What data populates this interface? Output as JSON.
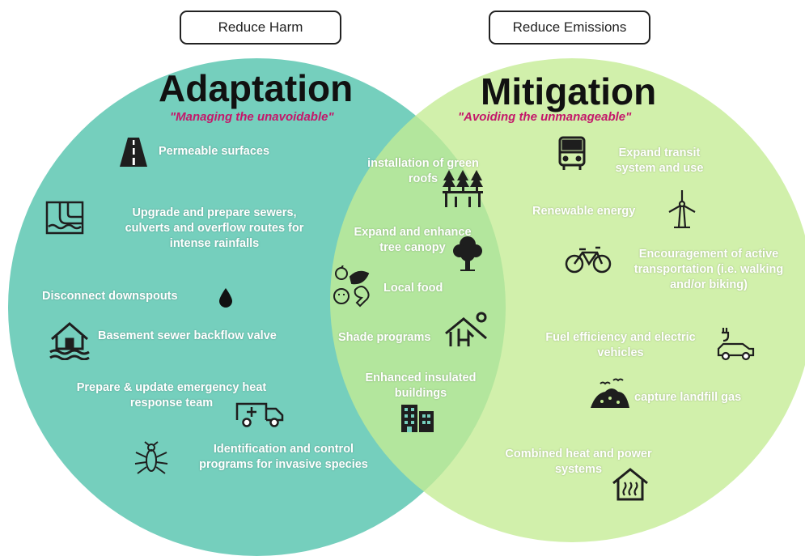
{
  "header": {
    "left_pill": "Reduce Harm",
    "right_pill": "Reduce Emissions"
  },
  "adaptation": {
    "title": "Adaptation",
    "subtitle": "\"Managing the unavoidable\"",
    "color": "#75cfbd",
    "items": [
      {
        "label": "Permeable surfaces",
        "icon": "road-icon"
      },
      {
        "label": "Upgrade and prepare sewers,\nculverts and overflow routes for\nintense rainfalls",
        "icon": "sewer-pipe-icon"
      },
      {
        "label": "Disconnect downspouts",
        "icon": "water-drop-icon"
      },
      {
        "label": "Basement sewer backflow valve",
        "icon": "flooded-house-icon"
      },
      {
        "label": "Prepare & update emergency heat\nresponse team",
        "icon": "ambulance-icon"
      },
      {
        "label": "Identification and control\nprograms for invasive species",
        "icon": "insect-icon"
      }
    ]
  },
  "overlap": {
    "items": [
      {
        "label": "installation of green\nroofs",
        "icon": "green-roof-icon"
      },
      {
        "label": "Expand and enhance\ntree canopy",
        "icon": "tree-icon"
      },
      {
        "label": "Local food",
        "icon": "vegetables-icon"
      },
      {
        "label": "Shade programs",
        "icon": "shade-tent-icon"
      },
      {
        "label": "Enhanced insulated\nbuildings",
        "icon": "building-icon"
      }
    ]
  },
  "mitigation": {
    "title": "Mitigation",
    "subtitle": "\"Avoiding the unmanageable\"",
    "color": "#c4ec94",
    "items": [
      {
        "label": "Expand transit\nsystem and use",
        "icon": "bus-icon"
      },
      {
        "label": "Renewable energy",
        "icon": "wind-turbine-icon"
      },
      {
        "label": "Encouragement of active\ntransportation (i.e. walking\nand/or biking)",
        "icon": "bicycle-icon"
      },
      {
        "label": "Fuel efficiency and electric\nvehicles",
        "icon": "electric-car-icon"
      },
      {
        "label": "capture landfill gas",
        "icon": "landfill-icon"
      },
      {
        "label": "Combined heat and power\nsystems",
        "icon": "heated-house-icon"
      }
    ]
  }
}
